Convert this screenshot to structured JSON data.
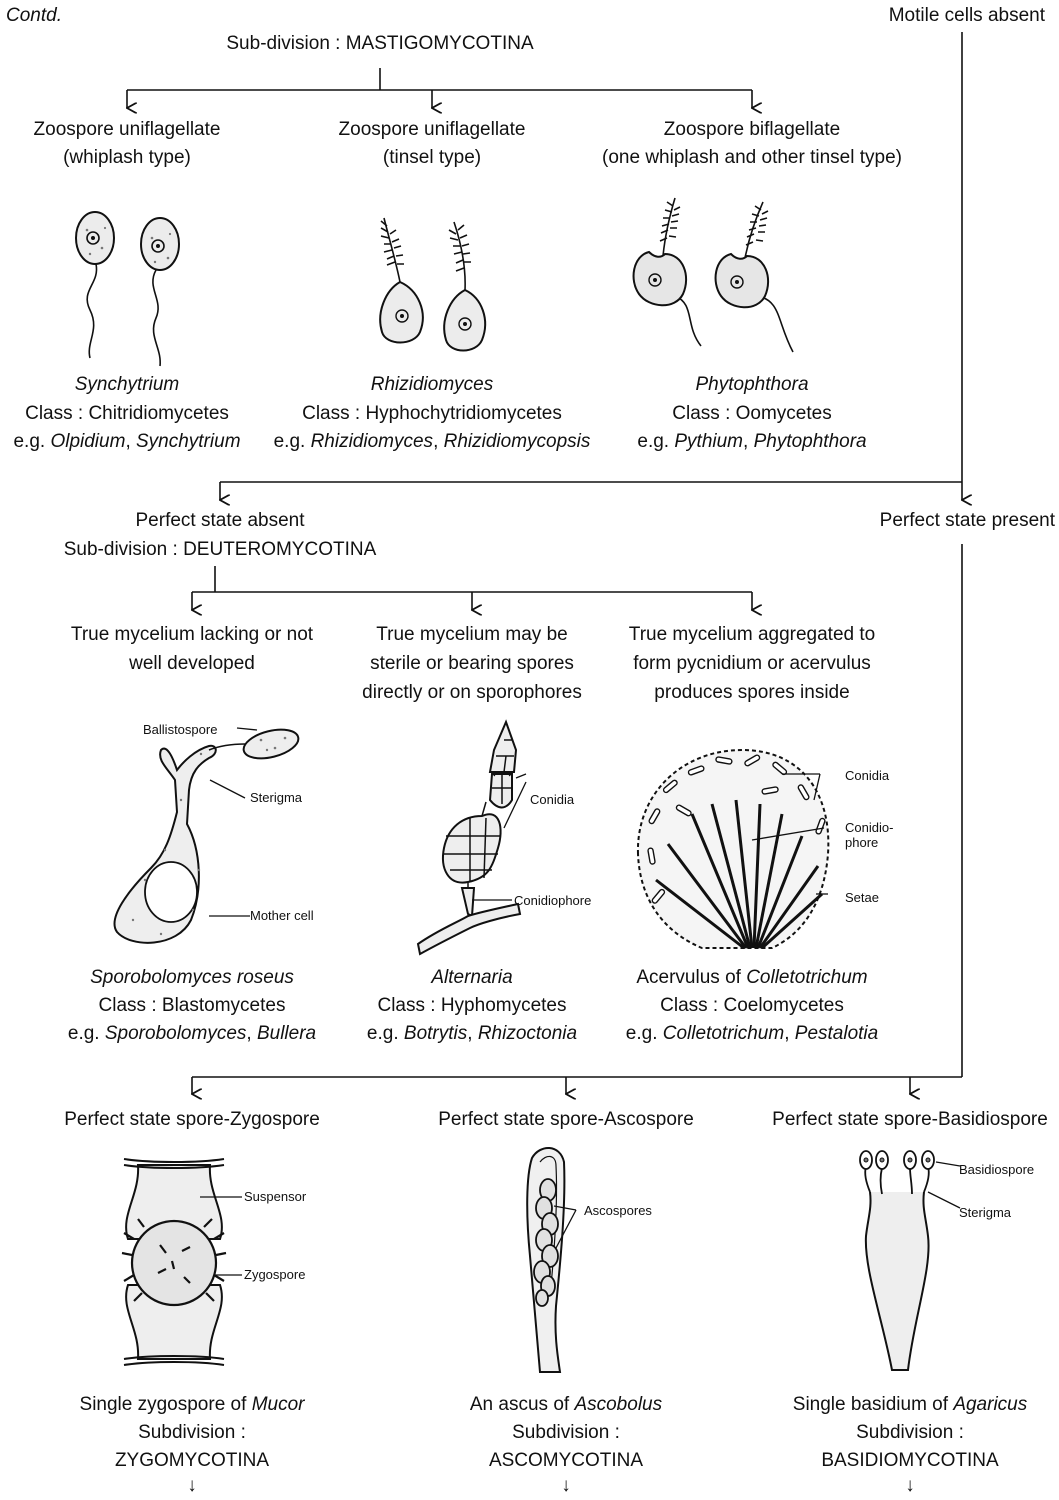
{
  "header": {
    "contd": "Contd.",
    "motile_absent": "Motile cells absent",
    "mastigo": "Sub-division : MASTIGOMYCOTINA"
  },
  "mastigo_classes": [
    {
      "desc1": "Zoospore uniflagellate",
      "desc2": "(whiplash type)",
      "genus": "Synchytrium",
      "class": "Class : Chitridiomycetes",
      "eg_prefix": "e.g. ",
      "eg_1": "Olpidium",
      "eg_sep": ", ",
      "eg_2": "Synchytrium"
    },
    {
      "desc1": "Zoospore uniflagellate",
      "desc2": "(tinsel type)",
      "genus": "Rhizidiomyces",
      "class": "Class : Hyphochytridiomycetes",
      "eg_prefix": "e.g. ",
      "eg_1": "Rhizidiomyces",
      "eg_sep": ", ",
      "eg_2": "Rhizidiomycopsis"
    },
    {
      "desc1": "Zoospore biflagellate",
      "desc2": "(one whiplash and other tinsel type)",
      "genus": "Phytophthora",
      "class": "Class : Oomycetes",
      "eg_prefix": "e.g. ",
      "eg_1": "Pythium",
      "eg_sep": ", ",
      "eg_2": "Phytophthora"
    }
  ],
  "middle": {
    "perfect_absent": "Perfect state absent",
    "deutero": "Sub-division : DEUTEROMYCOTINA",
    "perfect_present": "Perfect state present"
  },
  "deutero_classes": [
    {
      "desc": [
        "True mycelium lacking or not",
        "well developed"
      ],
      "genus_pre": "",
      "genus": "Sporobolomyces roseus",
      "class": "Class : Blastomycetes",
      "eg_prefix": "e.g. ",
      "eg_1": "Sporobolomyces",
      "eg_sep": ", ",
      "eg_2": "Bullera",
      "labels": {
        "a": "Ballistospore",
        "b": "Sterigma",
        "c": "Mother cell"
      }
    },
    {
      "desc": [
        "True mycelium may be",
        "sterile or bearing spores",
        "directly or on sporophores"
      ],
      "genus_pre": "",
      "genus": "Alternaria",
      "class": "Class : Hyphomycetes",
      "eg_prefix": "e.g. ",
      "eg_1": "Botrytis",
      "eg_sep": ", ",
      "eg_2": "Rhizoctonia",
      "labels": {
        "a": "Conidia",
        "b": "Conidiophore"
      }
    },
    {
      "desc": [
        "True mycelium aggregated to",
        "form pycnidium or acervulus",
        "produces spores inside"
      ],
      "genus_pre": "Acervulus of ",
      "genus": "Colletotrichum",
      "class": "Class : Coelomycetes",
      "eg_prefix": "e.g. ",
      "eg_1": "Colletotrichum",
      "eg_sep": ", ",
      "eg_2": "Pestalotia",
      "labels": {
        "a": "Conidia",
        "b1": "Conidio-",
        "b2": "phore",
        "c": "Setae"
      }
    }
  ],
  "perfect_classes": [
    {
      "title": "Perfect state spore-Zygospore",
      "cap_pre": "Single zygospore of ",
      "cap_genus": "Mucor",
      "sub_label": "Subdivision :",
      "sub_name": "ZYGOMYCOTINA",
      "arrow": "↓",
      "labels": {
        "a": "Suspensor",
        "b": "Zygospore"
      }
    },
    {
      "title": "Perfect state spore-Ascospore",
      "cap_pre": "An ascus of ",
      "cap_genus": "Ascobolus",
      "sub_label": "Subdivision :",
      "sub_name": "ASCOMYCOTINA",
      "arrow": "↓",
      "labels": {
        "a": "Ascospores"
      }
    },
    {
      "title": "Perfect state spore-Basidiospore",
      "cap_pre": "Single basidium of ",
      "cap_genus": "Agaricus",
      "sub_label": "Subdivision :",
      "sub_name": "BASIDIOMYCOTINA",
      "arrow": "↓",
      "labels": {
        "a": "Basidiospore",
        "b": "Sterigma"
      }
    }
  ]
}
